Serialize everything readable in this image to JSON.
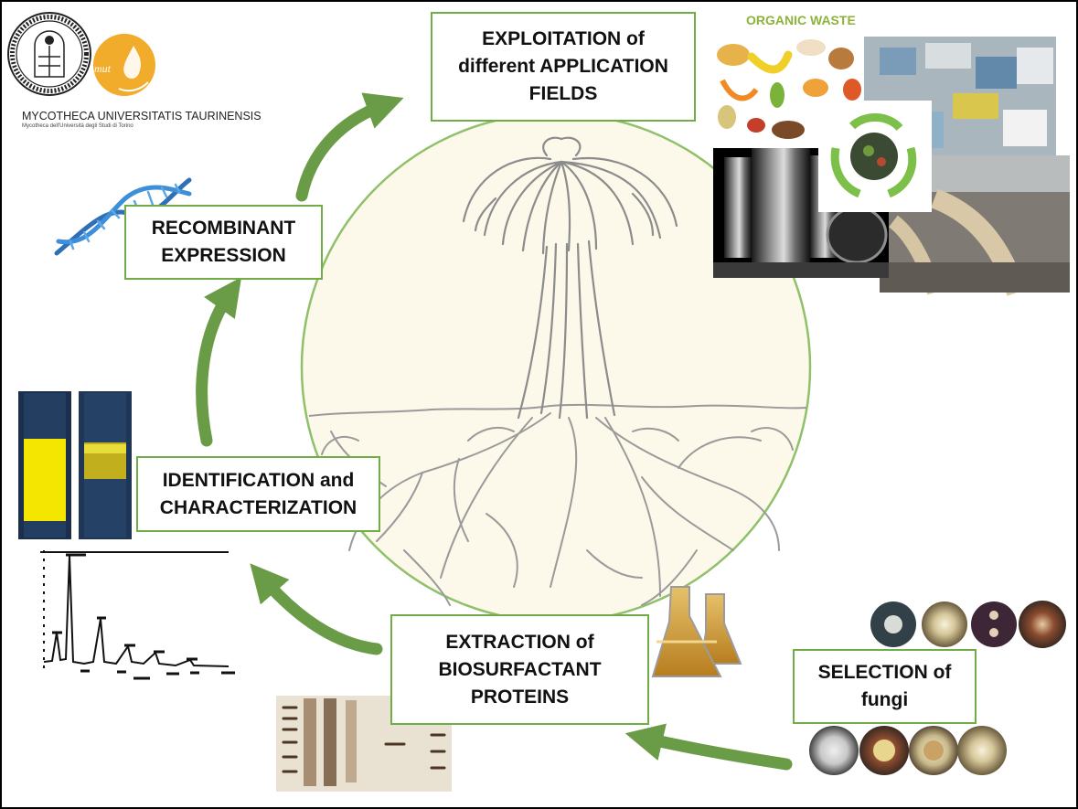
{
  "logo": {
    "name": "MYCOTHECA UNIVERSITATIS TAURINENSIS",
    "subtitle": "Mycotheca dell'Università degli Studi di Torino",
    "badge": "mut"
  },
  "steps": {
    "exploitation": [
      "EXPLOITATION of",
      "different APPLICATION",
      "FIELDS"
    ],
    "recombinant": [
      "RECOMBINANT",
      "EXPRESSION"
    ],
    "identification": [
      "IDENTIFICATION and",
      "CHARACTERIZATION"
    ],
    "extraction": [
      "EXTRACTION of",
      "BIOSURFACTANT",
      "PROTEINS"
    ],
    "selection": [
      "SELECTION of",
      "fungi"
    ]
  },
  "images": {
    "organic_waste_label": "ORGANIC WASTE"
  },
  "colors": {
    "accent_green": "#70ad47",
    "arrow_green": "#6a9b46",
    "circle_fill": "#fcf8ea",
    "tube_yellow": "#f4e600"
  }
}
